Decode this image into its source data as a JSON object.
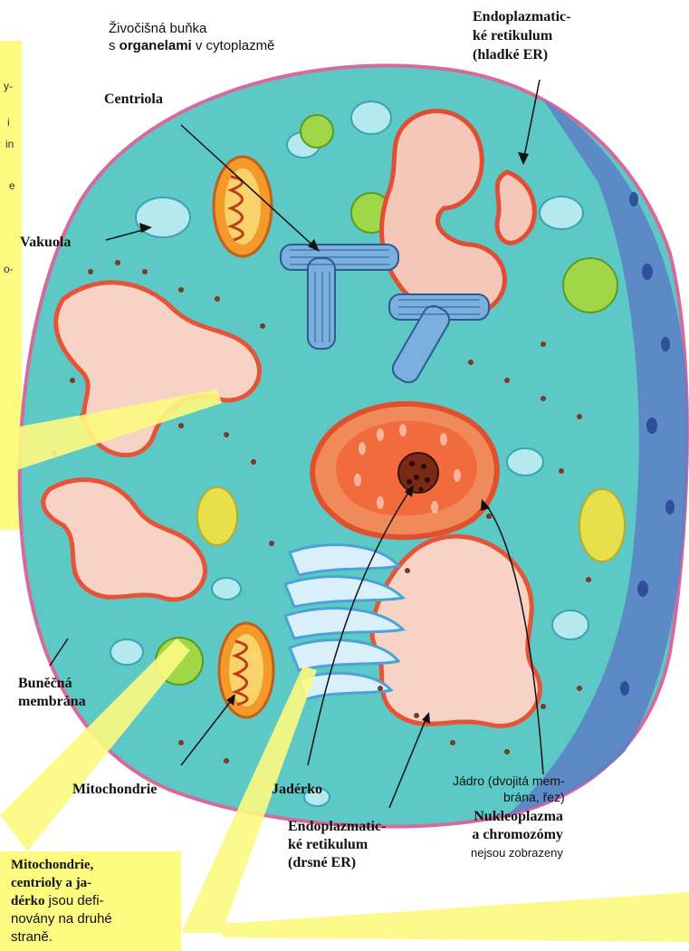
{
  "caption": {
    "line1": "Živočišná buňka",
    "line2_pre": "s ",
    "line2_bold": "organelami",
    "line2_post": " v cytoplazmě"
  },
  "labels": {
    "er_smooth": [
      "Endoplazmatic-",
      "ké retikulum",
      "(hladké ER)"
    ],
    "centriola": "Centriola",
    "vakuola": "Vakuola",
    "membrane": [
      "Buněčná",
      "membrána"
    ],
    "mitochondrie": "Mitochondrie",
    "jaderko": "Jadérko",
    "er_rough": [
      "Endoplazmatic-",
      "ké retikulum",
      "(drsné ER)"
    ],
    "jadro": [
      "Jádro (dvojitá mem-",
      "brána, řez)"
    ],
    "nucleoplasm_bold": [
      "Nukleoplazma",
      "a chromozómy"
    ],
    "nucleoplasm_note": "nejsou zobrazeny"
  },
  "note": {
    "bold1": "Mitochondrie,",
    "bold2": "centrioly a ja-",
    "bold3": "dérko",
    "rest3": " jsou defi-",
    "line4": "novány na druhé",
    "line5": "straně."
  },
  "edge_fragments": [
    "y-",
    "i",
    "in",
    "e",
    "o-"
  ],
  "colors": {
    "cytoplasm": "#5cc9c6",
    "membrane": "#d66a9a",
    "er": "#ee5a3a",
    "nucleus": "#f07040",
    "highlight": "#fdfa80"
  }
}
